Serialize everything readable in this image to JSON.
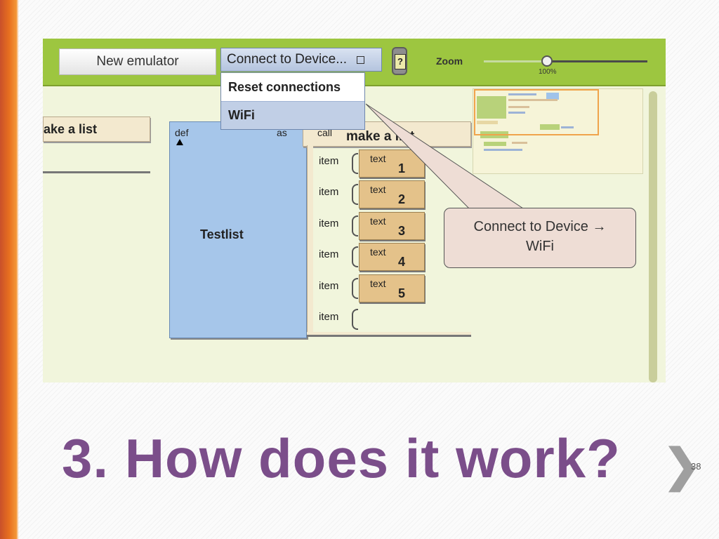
{
  "toolbar": {
    "new_emulator": "New emulator",
    "connect_to_device": "Connect to Device...",
    "help_icon": "?",
    "zoom_label": "Zoom",
    "zoom_value": "100%"
  },
  "dropdown": {
    "items": [
      {
        "label": "Reset connections",
        "selected": false
      },
      {
        "label": "WiFi",
        "selected": true
      }
    ]
  },
  "blocks": {
    "partial_label": "ake a list",
    "def_label": "def",
    "as_label": "as",
    "variable_name": "Testlist",
    "call_label": "call",
    "make_list_label": "make a list",
    "item_label": "item",
    "text_label": "text",
    "items": [
      "1",
      "2",
      "3",
      "4",
      "5"
    ],
    "empty_item_label": "item"
  },
  "callout": {
    "line1": "Connect to Device →",
    "line2": "WiFi"
  },
  "slide": {
    "title": "3. How does it work?",
    "next_arrow": "❯",
    "page_number": "38"
  },
  "colors": {
    "toolbar": "#9dc640",
    "def_block": "#a6c6ea",
    "text_block": "#e4c28a",
    "title": "#7b4e8a",
    "accent_bar": "#e8701f"
  }
}
